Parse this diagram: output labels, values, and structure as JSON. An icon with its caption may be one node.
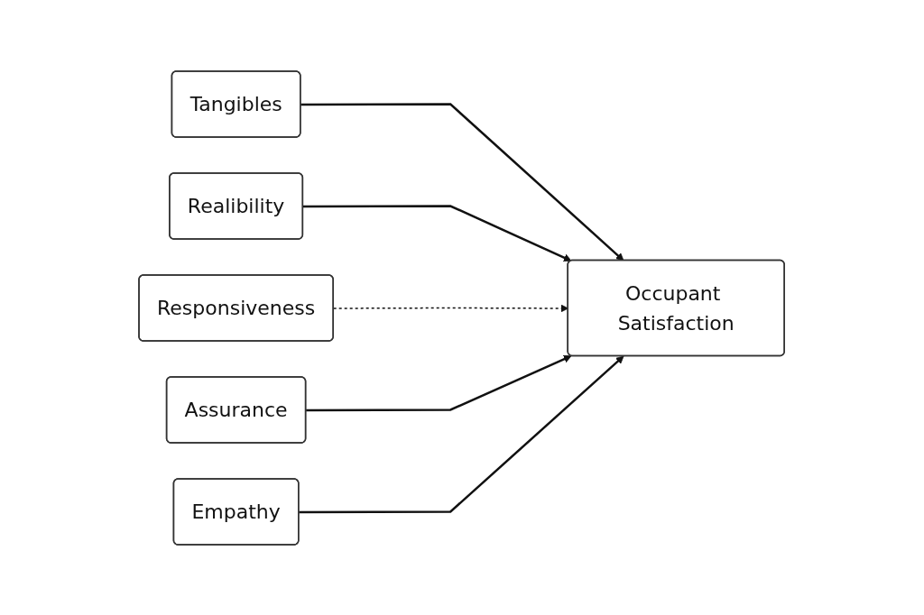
{
  "diagram": {
    "nodes": [
      {
        "text": [
          "Tangibles"
        ]
      },
      {
        "text": [
          "Realibility"
        ]
      },
      {
        "text": [
          "Responsiveness"
        ]
      },
      {
        "text": [
          "Assurance"
        ]
      },
      {
        "text": [
          "Empathy"
        ]
      },
      {
        "text": [
          "Occupant Satisfaction"
        ]
      }
    ],
    "edges": [
      {
        "from": 0,
        "to": 5,
        "arrow": "to"
      },
      {
        "from": 1,
        "to": 5,
        "arrow": "to"
      },
      {
        "from": 2,
        "to": 5,
        "arrow": "to",
        "style": "dashed"
      },
      {
        "from": 3,
        "to": 5,
        "arrow": "to"
      },
      {
        "from": 4,
        "to": 5,
        "arrow": "to"
      }
    ]
  }
}
